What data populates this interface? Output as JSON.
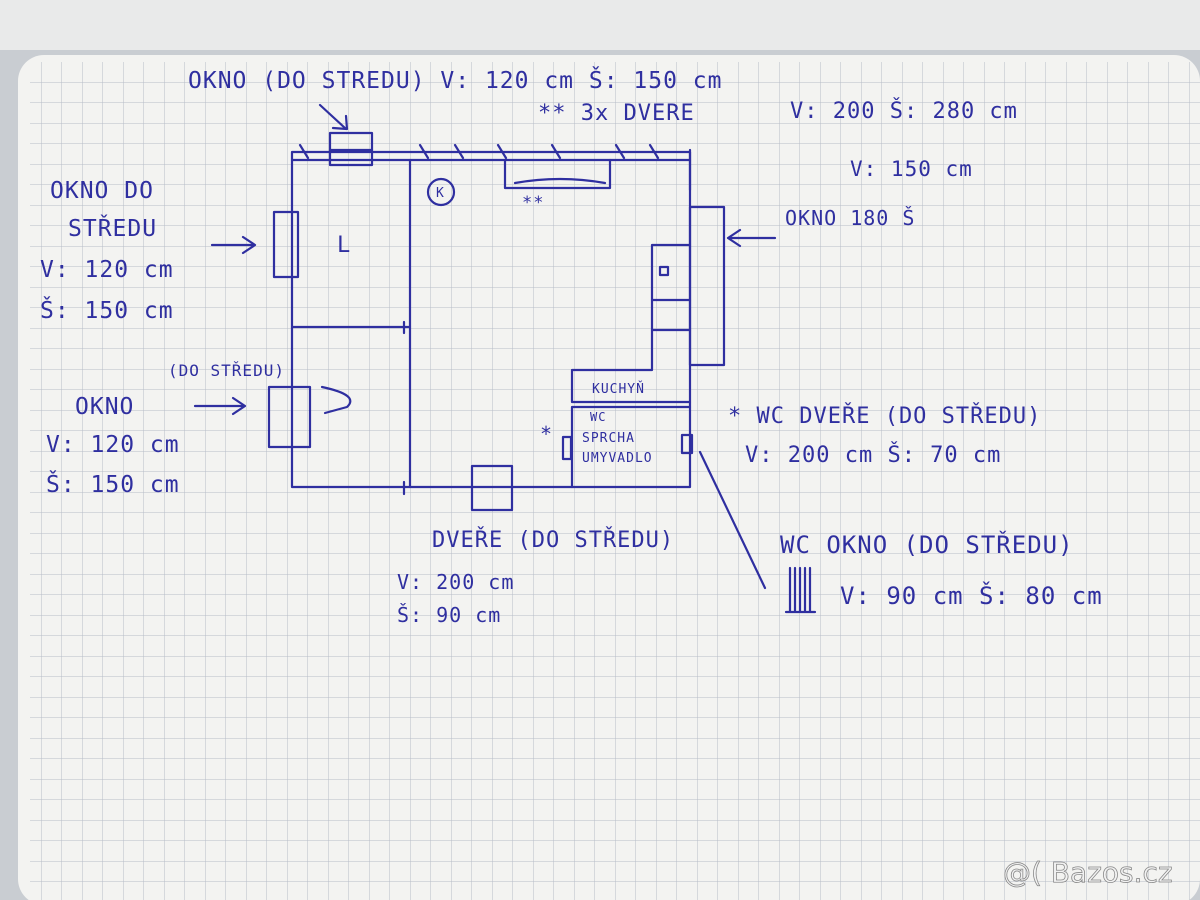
{
  "colors": {
    "ink": "#2f2fa0",
    "paper": "#f3f3f1",
    "grid": "#b7bcc7",
    "background": "#c9cdd2"
  },
  "labels": {
    "window_top": "OKNO (DO STREDU) V: 120 cm Š: 150 cm",
    "doors_top": "** 3x DVERE",
    "doors_top_dims": "V: 200 Š: 280 cm",
    "window_right_v": "V: 150 cm",
    "window_right": "OKNO 180 Š",
    "window_left1_l1": "OKNO DO",
    "window_left1_l2": "STŘEDU",
    "window_left1_l3": "V: 120 cm",
    "window_left1_l4": "Š: 150 cm",
    "window_left2_note": "(DO STŘEDU)",
    "window_left2": "OKNO",
    "window_left2_v": "V: 120 cm",
    "window_left2_s": "Š: 150 cm",
    "room_l": "L",
    "room_k": "K",
    "stars_under_doors": "**",
    "kitchen": "KUCHYŇ",
    "wc_l1": "WC",
    "wc_l2": "SPRCHA",
    "wc_l3": "UMYVADLO",
    "wc_star": "*",
    "wc_door": "* WC DVEŘE (DO STŘEDU)",
    "wc_door_dims": "V: 200 cm Š: 70 cm",
    "door_bottom": "DVEŘE (DO STŘEDU)",
    "door_bottom_v": "V: 200 cm",
    "door_bottom_s": "Š: 90 cm",
    "wc_window": "WC OKNO (DO STŘEDU)",
    "wc_window_dims": "V: 90 cm Š: 80 cm",
    "watermark": "@( Bazos.cz"
  }
}
